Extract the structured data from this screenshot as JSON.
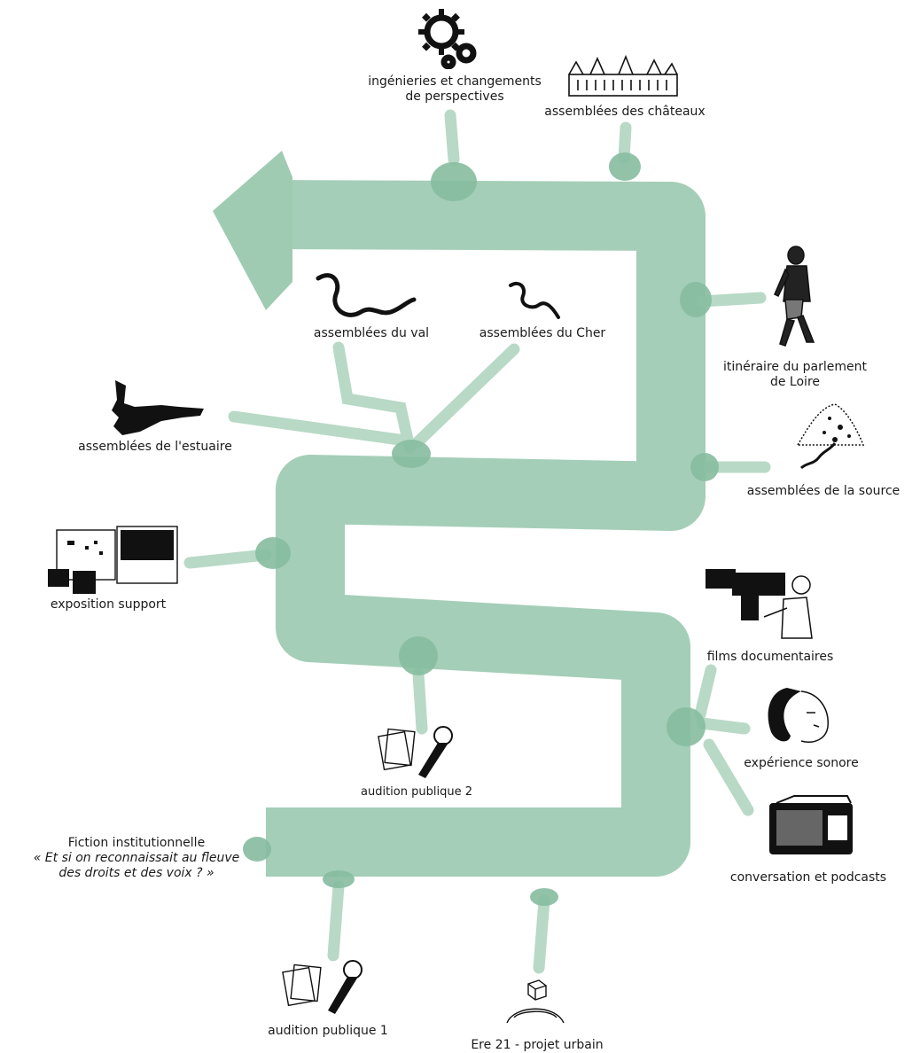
{
  "colors": {
    "path": "#9fcbb3",
    "path_dark": "#6fa88c",
    "ink": "#111111",
    "background": "#ffffff"
  },
  "nodes": {
    "ingenieries": {
      "line1": "ingénieries et changements",
      "line2": "de perspectives",
      "icon": "gears-icon"
    },
    "chateaux": {
      "label": "assemblées des châteaux",
      "icon": "castle-icon"
    },
    "val": {
      "label": "assemblées du val",
      "icon": "squiggle-icon"
    },
    "cher": {
      "label": "assemblées du Cher",
      "icon": "squiggle-icon"
    },
    "itineraire": {
      "line1": "itinéraire du parlement",
      "line2": "de Loire",
      "icon": "walker-icon"
    },
    "estuaire": {
      "label": "assemblées de l'estuaire",
      "icon": "estuary-icon"
    },
    "source": {
      "label": "assemblées de la source",
      "icon": "mountain-source-icon"
    },
    "exposition": {
      "label": "exposition support",
      "icon": "exhibition-icon"
    },
    "films": {
      "label": "films documentaires",
      "icon": "camera-operator-icon"
    },
    "audition2": {
      "label": "audition publique 2",
      "icon": "microphone-icon"
    },
    "sonore": {
      "label": "expérience sonore",
      "icon": "listening-face-icon"
    },
    "fiction": {
      "line1": "Fiction institutionnelle",
      "line2": "« Et si on reconnaissait au fleuve",
      "line3": "des droits et des voix ? »"
    },
    "conversation": {
      "label": "conversation et podcasts",
      "icon": "radio-icon"
    },
    "audition1": {
      "label": "audition publique 1",
      "icon": "microphone-icon"
    },
    "ere21": {
      "label": "Ere 21 - projet urbain",
      "icon": "urban-model-icon"
    }
  }
}
